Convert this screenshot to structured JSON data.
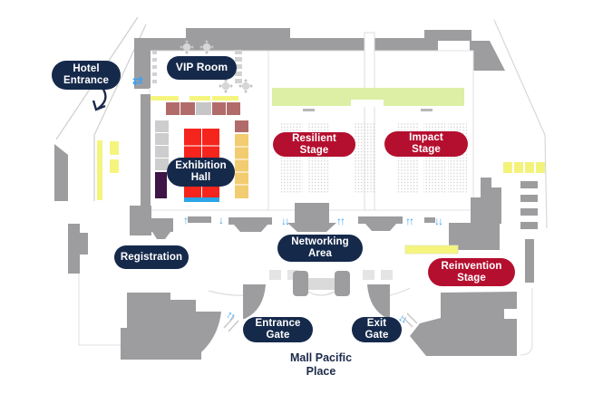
{
  "map": {
    "title": "Mall Pacific Place",
    "labels": {
      "hotel_entrance": [
        "Hotel",
        "Entrance"
      ],
      "vip_room": [
        "VIP Room"
      ],
      "exhibition_hall": [
        "Exhibition",
        "Hall"
      ],
      "registration": [
        "Registration"
      ],
      "networking_area": [
        "Networking",
        "Area"
      ],
      "entrance_gate": [
        "Entrance",
        "Gate"
      ],
      "exit_gate": [
        "Exit",
        "Gate"
      ],
      "resilient_stage": [
        "Resilient",
        "Stage"
      ],
      "impact_stage": [
        "Impact",
        "Stage"
      ],
      "reinvention_stage": [
        "Reinvention",
        "Stage"
      ],
      "mall": [
        "Mall Pacific",
        "Place"
      ]
    },
    "colors": {
      "venue_label_bg": "#15294B",
      "stage_label_bg": "#B50F2F",
      "label_text": "#FFFFFF",
      "flow_arrow_blue": "#3FA2F0",
      "stage_strip_green": "#DCEFA5",
      "exhibition_booth_red": "#F5241C",
      "booth_tan": "#F2CC70",
      "booth_mauve": "#B26B6B",
      "booth_purple": "#3F1446",
      "booth_blue_strip": "#2AA5E8",
      "highlight_yellow": "#F5F57E",
      "building_gray": "#9D9DA0"
    },
    "arrow_glyphs": {
      "up": "↑",
      "down": "↓",
      "up_double": "↑↑",
      "down_double": "↓↓",
      "swap": "⇄"
    }
  }
}
